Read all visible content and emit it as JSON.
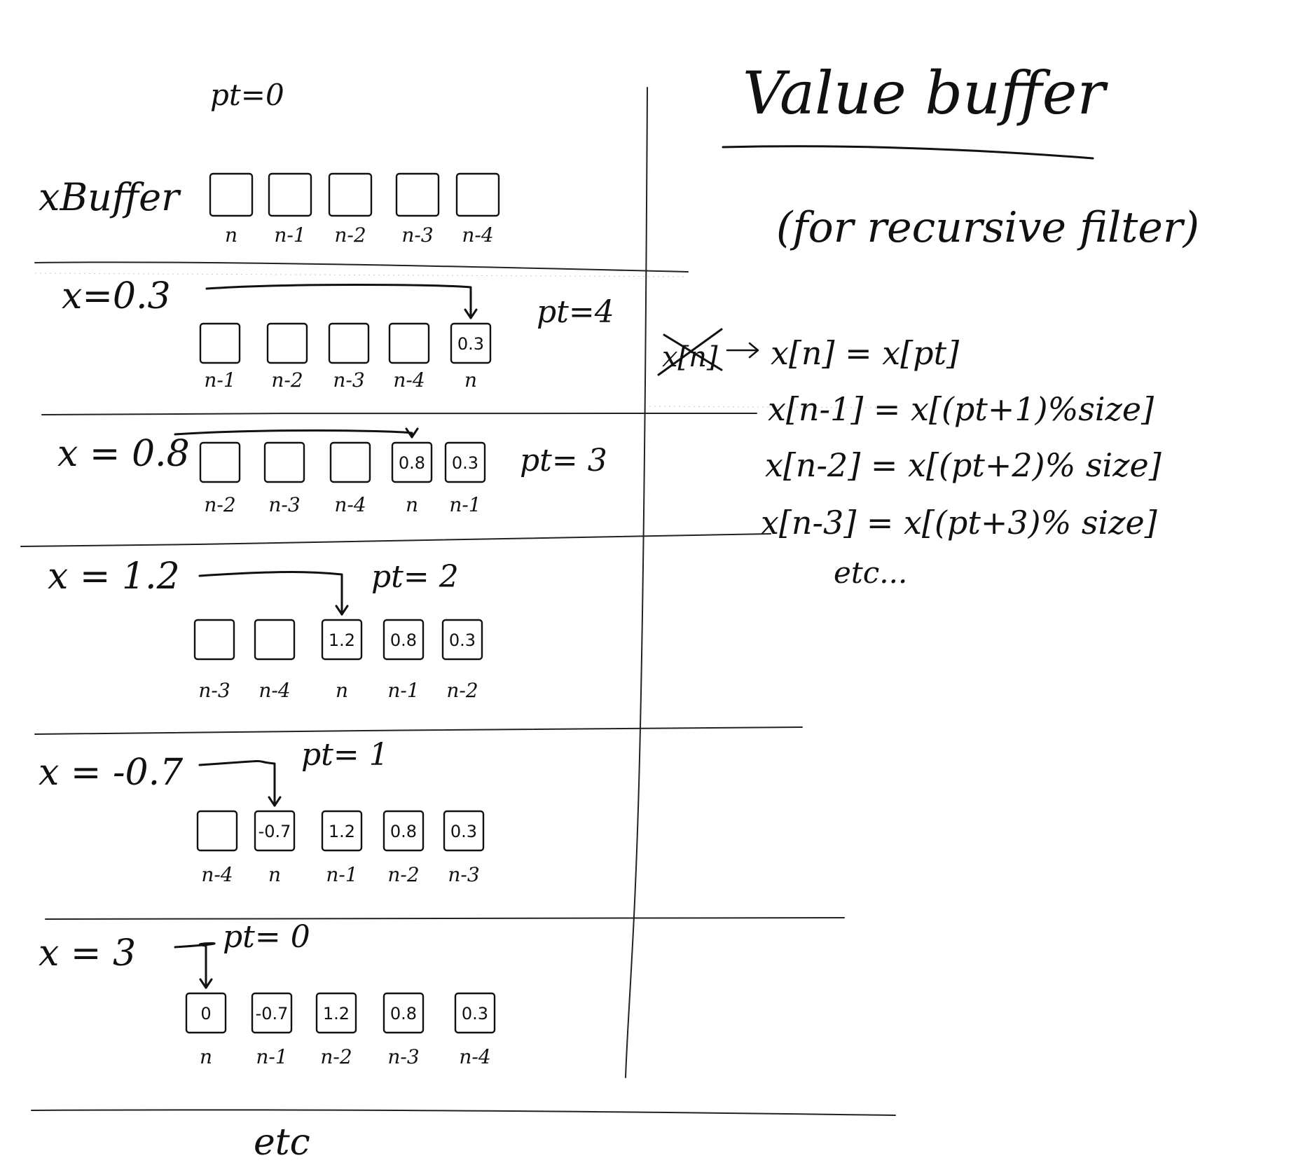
{
  "title": "Value buffer",
  "subtitle": "(for recursive filter)",
  "initial_state": {
    "pt_label": "pt=0",
    "buffer_label": "xBuffer",
    "cells": [
      {
        "value": "",
        "index": "n"
      },
      {
        "value": "",
        "index": "n-1"
      },
      {
        "value": "",
        "index": "n-2"
      },
      {
        "value": "",
        "index": "n-3"
      },
      {
        "value": "",
        "index": "n-4"
      }
    ]
  },
  "steps": [
    {
      "x_label": "x=0.3",
      "pt_label": "pt=4",
      "arrow_to_cell": 4,
      "cells": [
        {
          "value": "",
          "index": "n-1"
        },
        {
          "value": "",
          "index": "n-2"
        },
        {
          "value": "",
          "index": "n-3"
        },
        {
          "value": "",
          "index": "n-4"
        },
        {
          "value": "0.3",
          "index": "n"
        }
      ]
    },
    {
      "x_label": "x = 0.8",
      "pt_label": "pt= 3",
      "arrow_to_cell": 3,
      "cells": [
        {
          "value": "",
          "index": "n-2"
        },
        {
          "value": "",
          "index": "n-3"
        },
        {
          "value": "",
          "index": "n-4"
        },
        {
          "value": "0.8",
          "index": "n"
        },
        {
          "value": "0.3",
          "index": "n-1"
        }
      ]
    },
    {
      "x_label": "x = 1.2",
      "pt_label": "pt= 2",
      "arrow_to_cell": 2,
      "cells": [
        {
          "value": "",
          "index": "n-3"
        },
        {
          "value": "",
          "index": "n-4"
        },
        {
          "value": "1.2",
          "index": "n"
        },
        {
          "value": "0.8",
          "index": "n-1"
        },
        {
          "value": "0.3",
          "index": "n-2"
        }
      ]
    },
    {
      "x_label": "x = -0.7",
      "pt_label": "pt= 1",
      "arrow_to_cell": 1,
      "cells": [
        {
          "value": "",
          "index": "n-4"
        },
        {
          "value": "-0.7",
          "index": "n"
        },
        {
          "value": "1.2",
          "index": "n-1"
        },
        {
          "value": "0.8",
          "index": "n-2"
        },
        {
          "value": "0.3",
          "index": "n-3"
        }
      ]
    },
    {
      "x_label": "x = 3",
      "pt_label": "pt= 0",
      "arrow_to_cell": 0,
      "cells": [
        {
          "value": "0",
          "index": "n"
        },
        {
          "value": "-0.7",
          "index": "n-1"
        },
        {
          "value": "1.2",
          "index": "n-2"
        },
        {
          "value": "0.8",
          "index": "n-3"
        },
        {
          "value": "0.3",
          "index": "n-4"
        }
      ]
    }
  ],
  "footer": "etc",
  "formulas": {
    "crossed_out": "x[n]",
    "lines": [
      "x[n] = x[pt]",
      "x[n-1] = x[(pt+1)%size]",
      "x[n-2] = x[(pt+2)% size]",
      "x[n-3] = x[(pt+3)% size]"
    ],
    "etc": "etc..."
  }
}
